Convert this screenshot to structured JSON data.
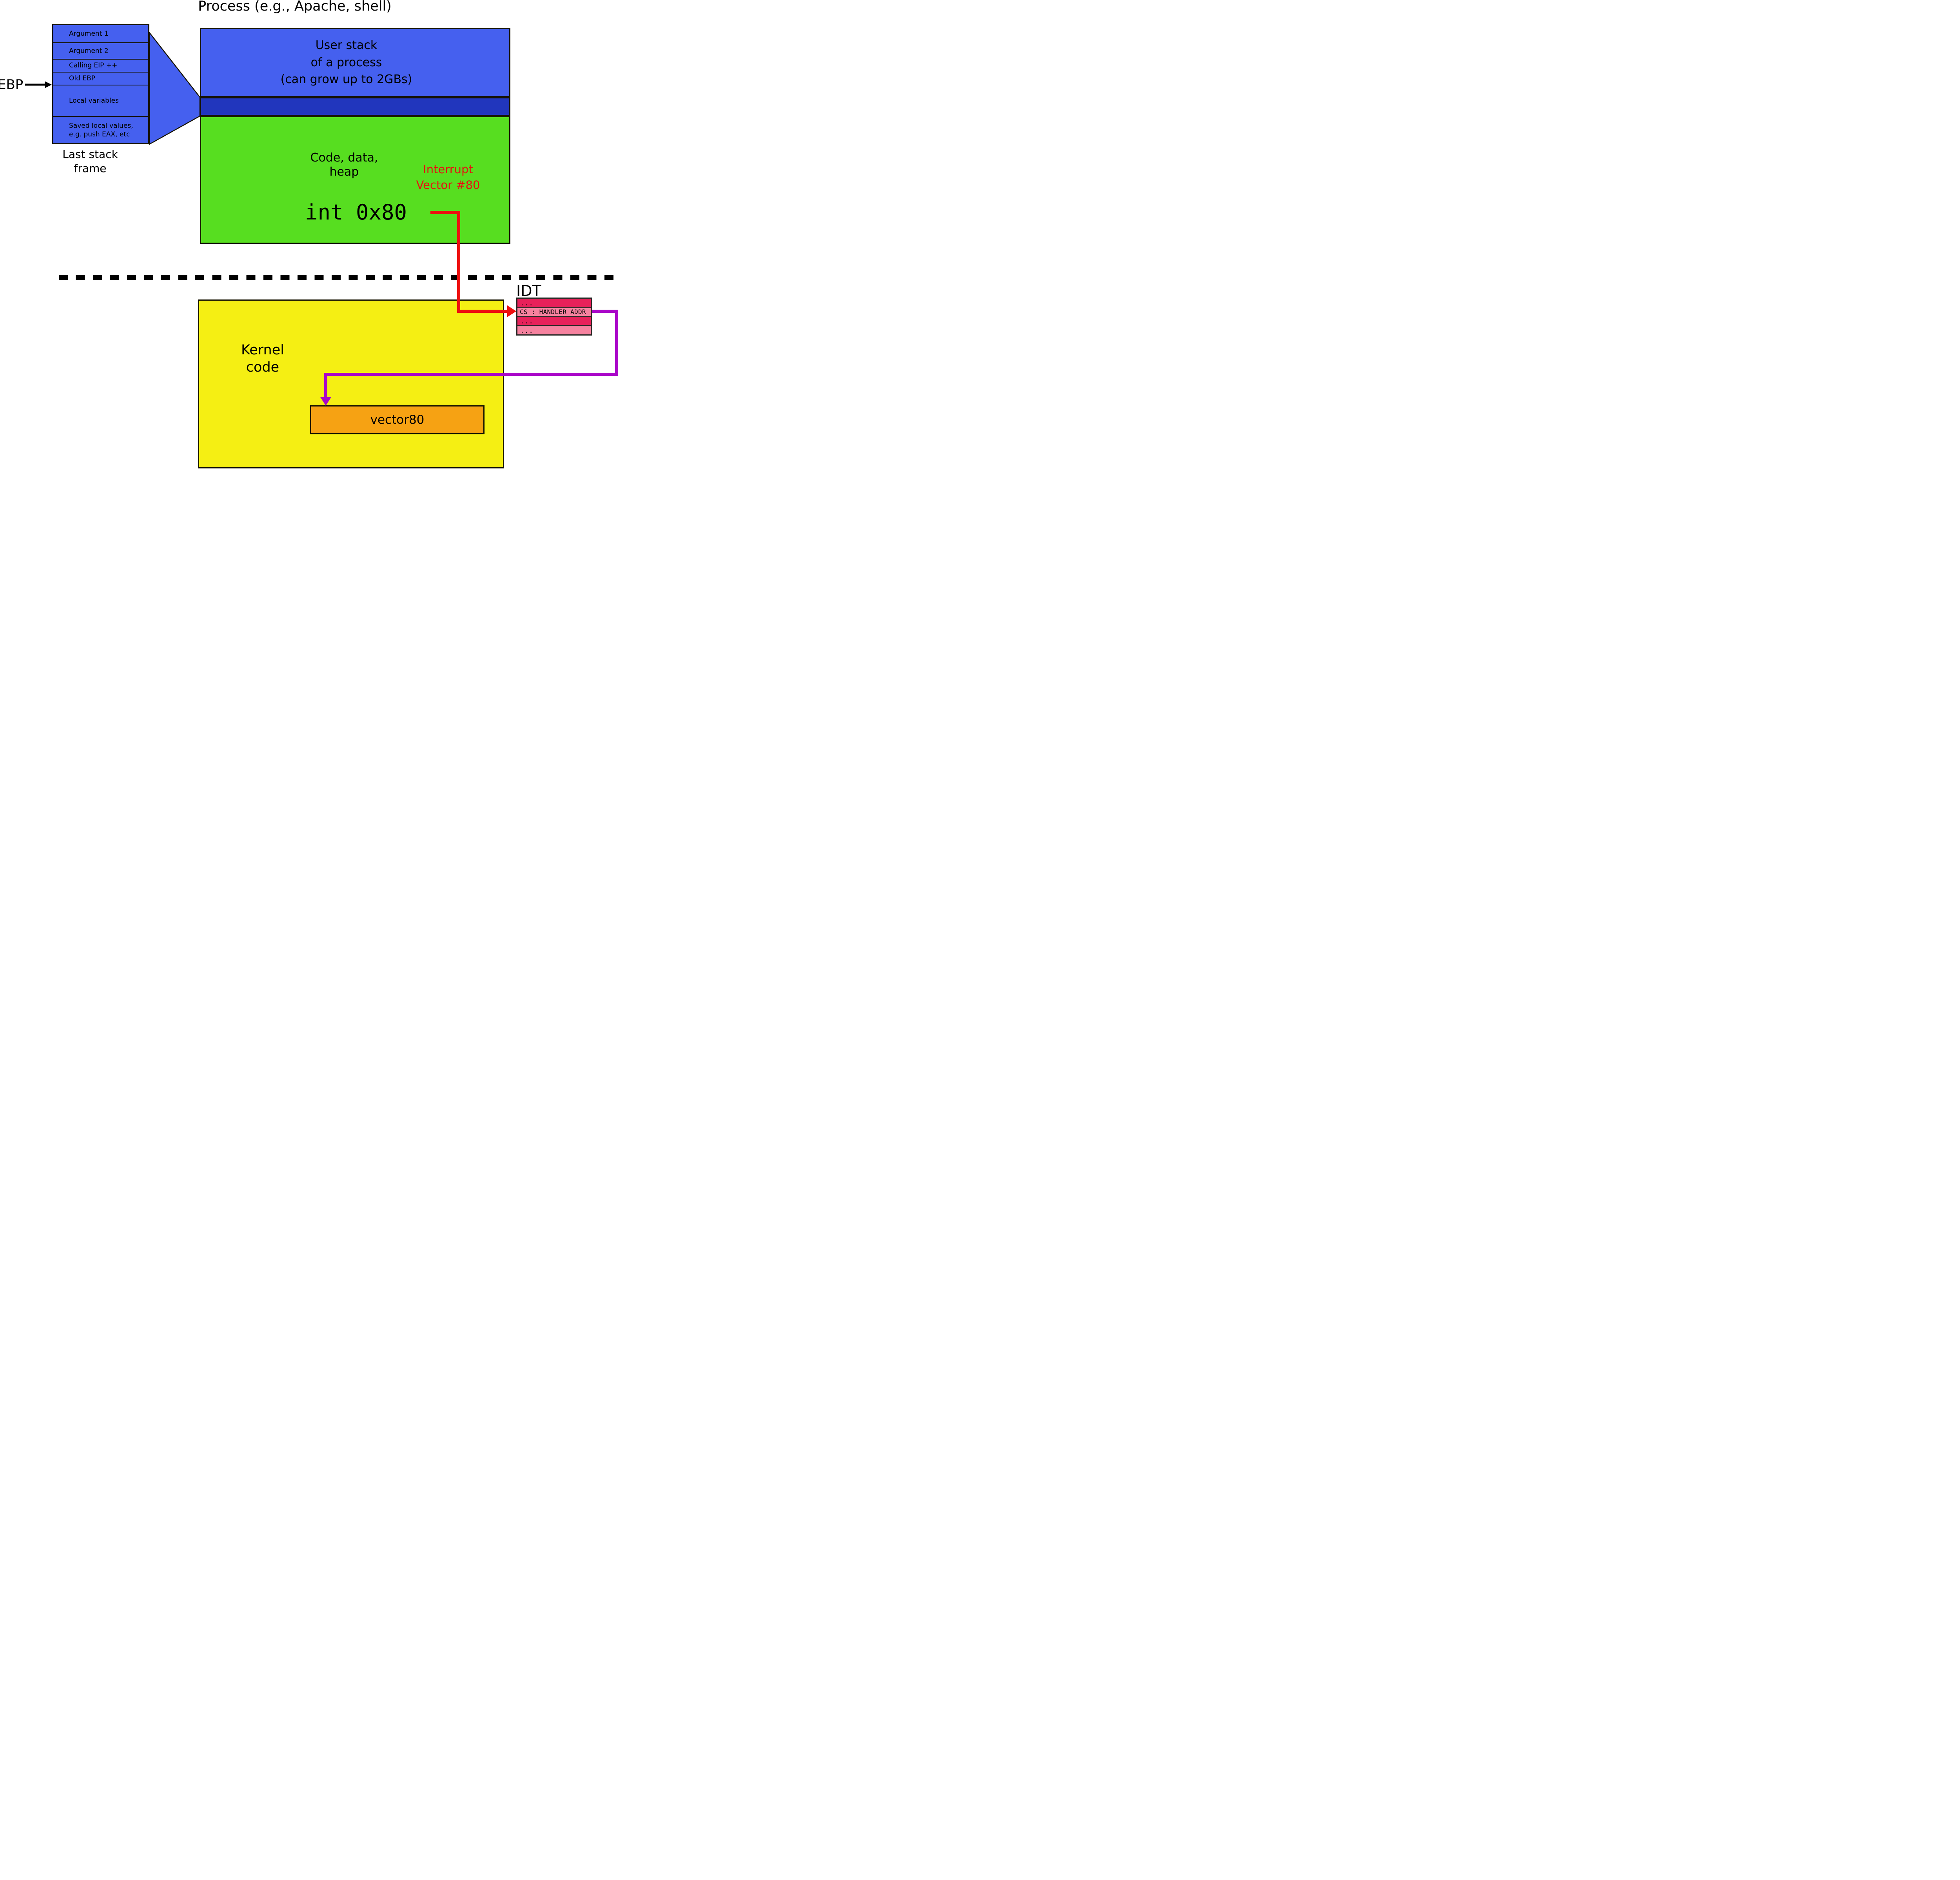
{
  "palette": {
    "light_blue": "#4560ef",
    "dark_blue": "#2136bd",
    "green": "#57de20",
    "yellow": "#f5ef13",
    "orange": "#f6a213",
    "idt_dark_pink": "#e7215a",
    "idt_light_pink": "#f6829f",
    "arrow_red": "#ee0f0f",
    "arrow_purple": "#aa06c9",
    "text_red": "#e81010",
    "border_black": "#161300"
  },
  "title": "Process (e.g., Apache, shell)",
  "stack_frame": {
    "rows": {
      "r1": "Argument 1",
      "r2": "Argument 2",
      "r3": "Calling EIP ++",
      "r4": "Old EBP",
      "r5": "Local variables",
      "r6a": "Saved local values,",
      "r6b": "e.g. push EAX, etc"
    },
    "ebp": "EBP",
    "caption1": "Last stack",
    "caption2": "frame"
  },
  "process": {
    "user_stack1": "User stack",
    "user_stack2": "of a process",
    "user_stack3": "(can grow up to 2GBs)",
    "code1": "Code, data,",
    "code2": "heap",
    "interrupt1": "Interrupt",
    "interrupt2": "Vector #80",
    "syscall": "int 0x80"
  },
  "kernel": {
    "label1": "Kernel",
    "label2": "code",
    "vector": "vector80"
  },
  "idt": {
    "label": "IDT",
    "row1": "...",
    "row2": "CS : HANDLER ADDR",
    "row3": "...",
    "row4": "..."
  }
}
